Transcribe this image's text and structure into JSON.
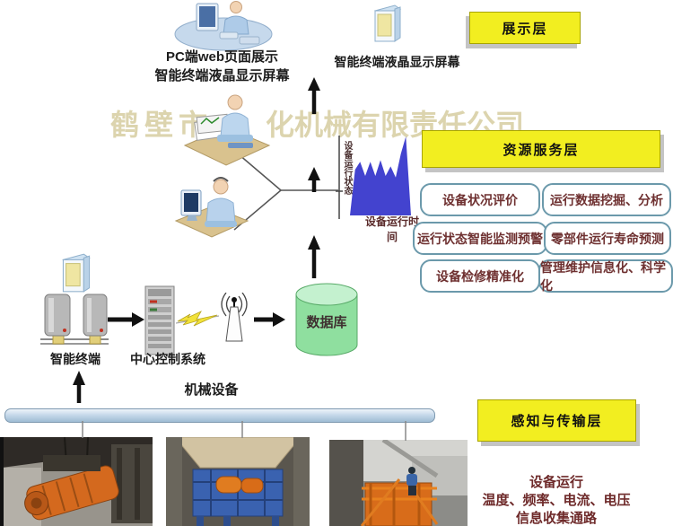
{
  "watermark": {
    "left": "鹤壁市",
    "right": "化机械有限责任公司"
  },
  "display_layer": {
    "label": "展示层",
    "pc_caption_line1": "PC端web页面展示",
    "pc_caption_line2": "智能终端液晶显示屏幕",
    "terminal_caption": "智能终端液晶显示屏幕"
  },
  "resource_layer": {
    "label": "资源服务层",
    "services": [
      "设备状况评价",
      "运行数据挖掘、分析",
      "运行状态智能监测预警",
      "零部件运行寿命预测",
      "设备检修精准化",
      "管理维护信息化、科学化"
    ]
  },
  "chart_data": {
    "type": "area",
    "title": "",
    "xlabel": "设备运行时间",
    "ylabel": "设备运行状态",
    "values": [
      0,
      58,
      68,
      50,
      68,
      50,
      70,
      50,
      62,
      48,
      78,
      100,
      0
    ],
    "ylim": [
      0,
      100
    ],
    "grid": false,
    "fill_color": "#4343cf"
  },
  "transport": {
    "terminal_label": "智能终端",
    "control_label": "中心控制系统",
    "database_label": "数据库",
    "machinery_label": "机械设备"
  },
  "sensing_layer": {
    "label": "感知与传输层",
    "caption_line1": "设备运行",
    "caption_line2": "温度、频率、电流、电压",
    "caption_line3": "信息收集通路"
  },
  "colors": {
    "layer_yellow": "#f2ee20",
    "chart_blue": "#4343cf",
    "database_green": "#8fdf9f",
    "service_border": "#6b99ab",
    "maroon_text": "#6e2a2a"
  }
}
